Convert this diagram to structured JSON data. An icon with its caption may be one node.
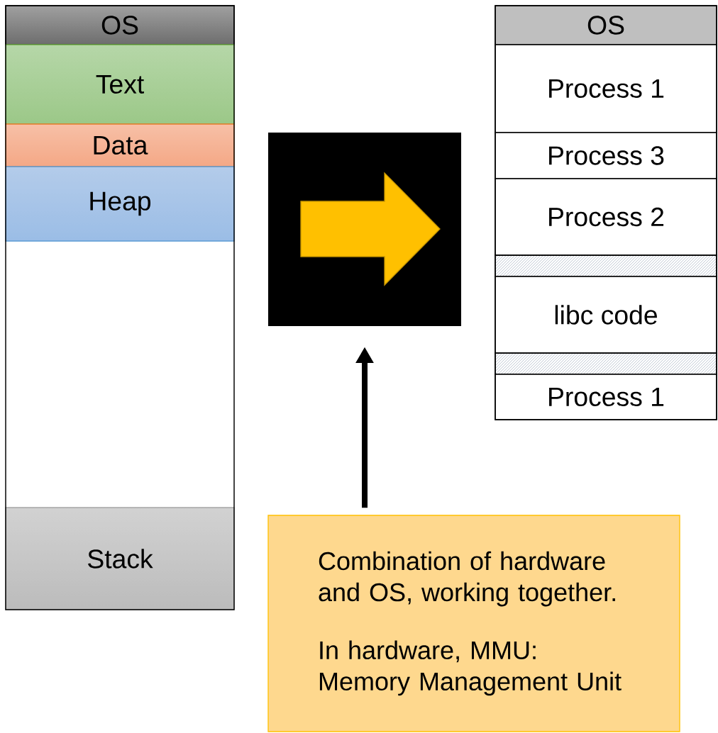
{
  "diagram": {
    "nodes": [
      {
        "text": [],
        "shape": "box"
      },
      {
        "text": [
          "OS"
        ],
        "in": 0
      },
      {
        "text": [
          "Text"
        ],
        "in": 0
      },
      {
        "text": [
          "Data"
        ],
        "in": 0
      },
      {
        "text": [
          "Heap"
        ],
        "in": 0
      },
      {
        "text": [
          "Stack"
        ],
        "in": 0
      },
      {
        "text": [],
        "shape": "box"
      },
      {
        "text": [
          "OS"
        ],
        "in": 6
      },
      {
        "text": [
          "Process 1"
        ],
        "in": 6
      },
      {
        "text": [
          "Process 3"
        ],
        "in": 6
      },
      {
        "text": [
          "Process 2"
        ],
        "in": 6
      },
      {
        "text": [],
        "shape": "bar",
        "in": 6
      },
      {
        "text": [
          "libc code"
        ],
        "in": 6
      },
      {
        "text": [],
        "shape": "bar",
        "in": 6
      },
      {
        "text": [
          "Process 1"
        ],
        "in": 6
      },
      {
        "text": [],
        "shape": "box"
      },
      {
        "text": [
          "Combination of hardware and OS, working together.",
          "In hardware, MMU: Memory Management Unit"
        ]
      }
    ],
    "edges": [
      {
        "from": 16,
        "to": 15,
        "arrow": "to"
      }
    ]
  }
}
